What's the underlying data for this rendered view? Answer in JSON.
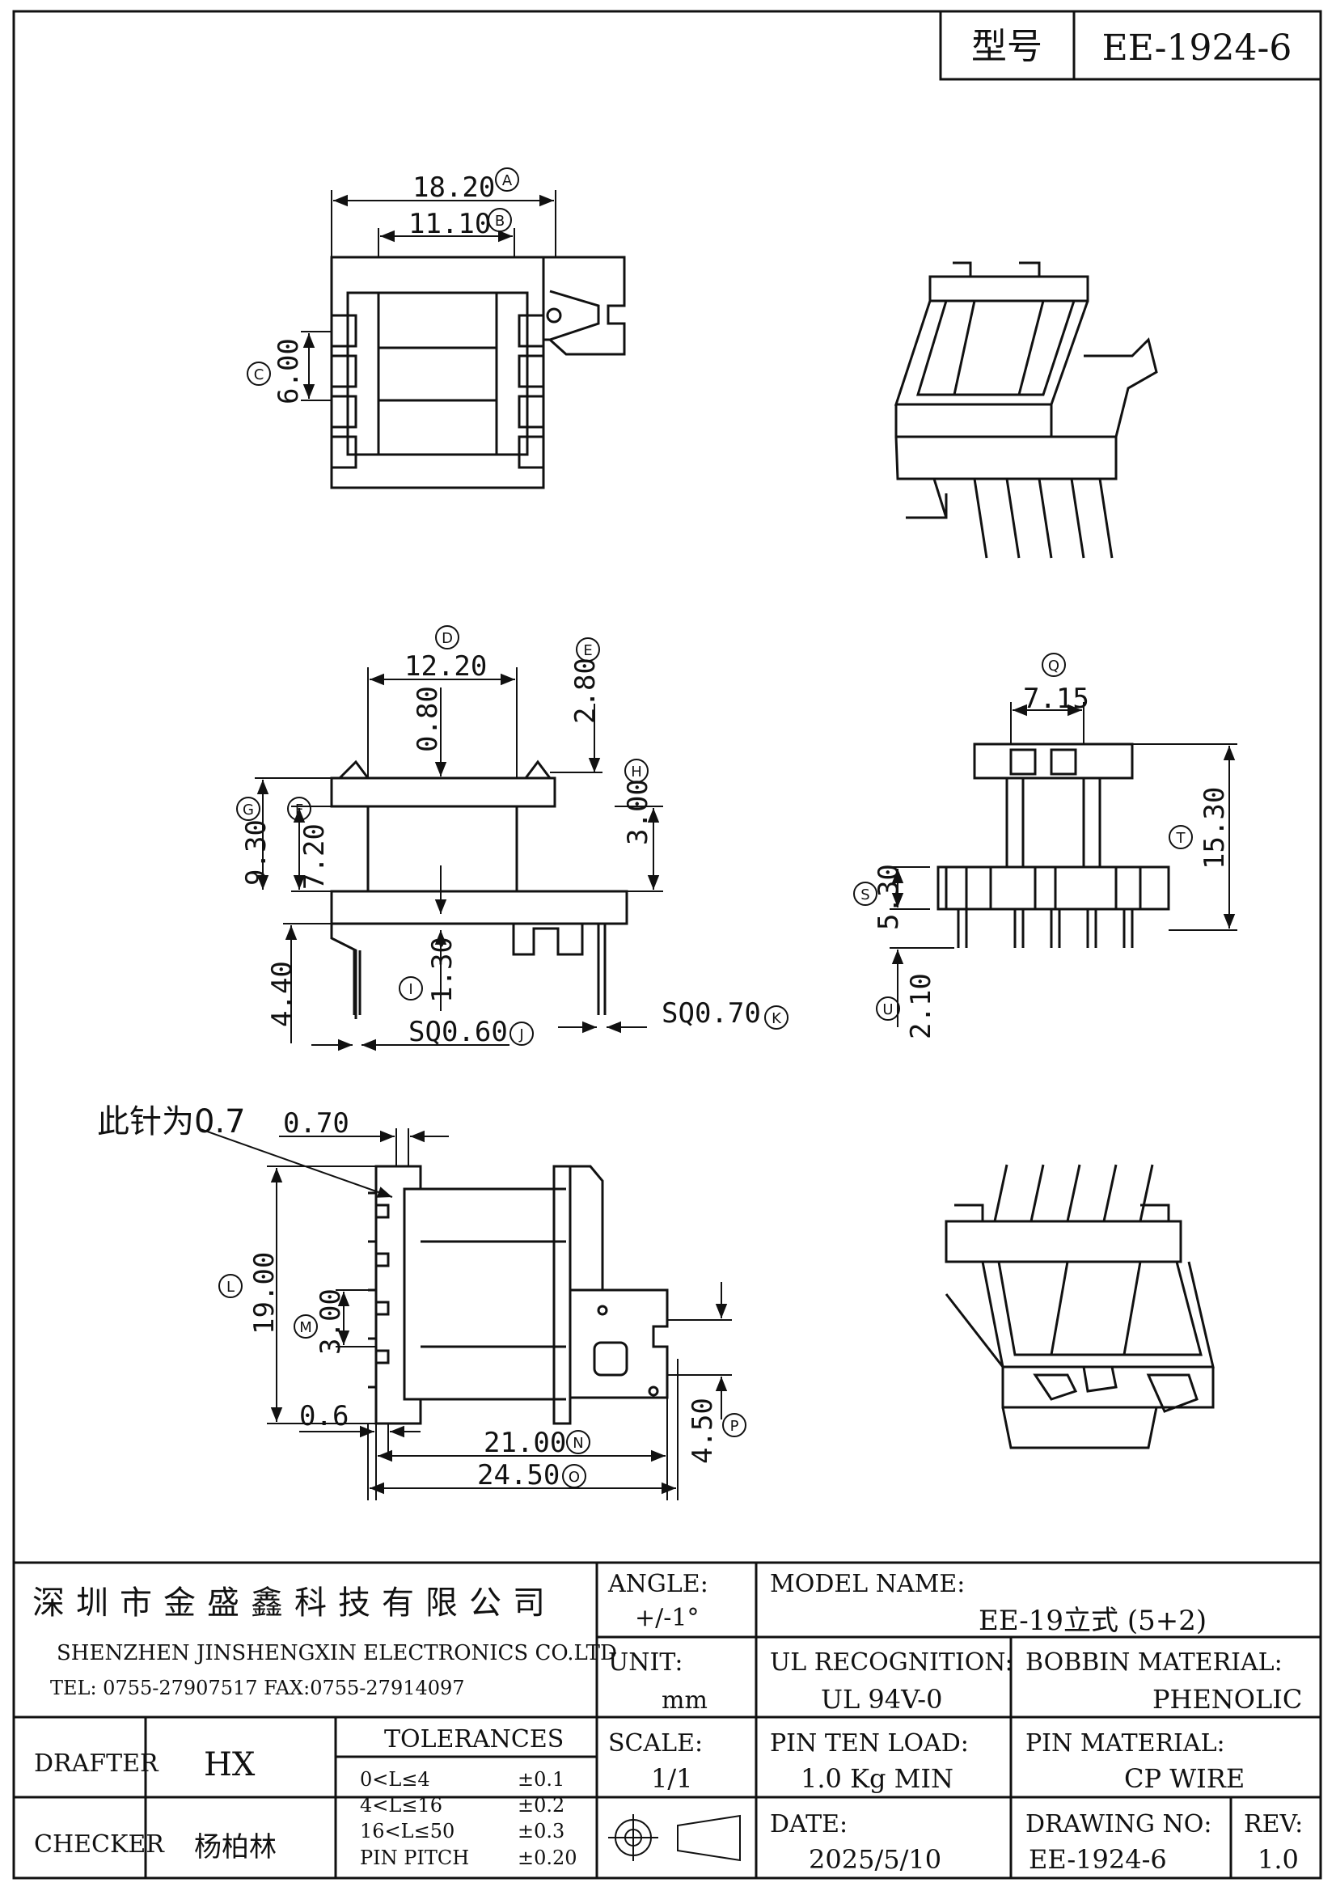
{
  "header": {
    "model_label": "型号",
    "model_value": "EE-1924-6"
  },
  "views": {
    "top": {
      "dim_a": "18.20",
      "tag_a": "A",
      "dim_b": "11.10",
      "tag_b": "B",
      "dim_c": "6.00",
      "tag_c": "C"
    },
    "front": {
      "dim_d": "12.20",
      "tag_d": "D",
      "dim_d_sub": "0.80",
      "dim_e": "2.80",
      "tag_e": "E",
      "dim_f": "7.20",
      "tag_f": "F",
      "dim_g": "9.30",
      "tag_g": "G",
      "dim_h": "3.00",
      "tag_h": "H",
      "dim_i": "1.30",
      "tag_i": "I",
      "dim_j": "SQ0.60",
      "tag_j": "J",
      "dim_k": "SQ0.70",
      "tag_k": "K",
      "dim_pin_len": "4.40"
    },
    "side": {
      "dim_q": "7.15",
      "tag_q": "Q",
      "dim_t": "15.30",
      "tag_t": "T",
      "dim_s": "5.30",
      "tag_s": "S",
      "dim_u": "2.10",
      "tag_u": "U"
    },
    "bottom": {
      "note": "此针为0.7",
      "dim_note": "0.70",
      "dim_l": "19.00",
      "tag_l": "L",
      "dim_m": "3.00",
      "tag_m": "M",
      "dim_small": "0.6",
      "dim_n": "21.00",
      "tag_n": "N",
      "dim_o": "24.50",
      "tag_o": "O",
      "dim_p": "4.50",
      "tag_p": "P"
    }
  },
  "title_block": {
    "company_cn": "深圳市金盛鑫科技有限公司",
    "company_en": "SHENZHEN JINSHENGXIN ELECTRONICS   CO.LTD",
    "tel": "TEL: 0755-27907517    FAX:0755-27914097",
    "angle_label": "ANGLE:",
    "angle_value": "+/-1°",
    "model_name_label": "MODEL NAME:",
    "model_name_value": "EE-19立式 (5+2)",
    "unit_label": "UNIT:",
    "unit_value": "mm",
    "ul_label": "UL RECOGNITION:",
    "ul_value": "UL 94V-0",
    "bobbin_label": "BOBBIN MATERIAL:",
    "bobbin_value": "PHENOLIC",
    "drafter_label": "DRAFTER",
    "drafter_value": "HX",
    "tolerances_label": "TOLERANCES",
    "tolerances": [
      {
        "range": "0<L≤4",
        "value": "±0.1"
      },
      {
        "range": "4<L≤16",
        "value": "±0.2"
      },
      {
        "range": "16<L≤50",
        "value": "±0.3"
      },
      {
        "range": "PIN PITCH",
        "value": "±0.20"
      }
    ],
    "scale_label": "SCALE:",
    "scale_value": "1/1",
    "pin_load_label": "PIN TEN LOAD:",
    "pin_load_value": "1.0 Kg MIN",
    "pin_material_label": "PIN MATERIAL:",
    "pin_material_value": "CP WIRE",
    "checker_label": "CHECKER",
    "checker_value": "杨柏林",
    "date_label": "DATE:",
    "date_value": "2025/5/10",
    "drawing_no_label": "DRAWING NO:",
    "drawing_no_value": "EE-1924-6",
    "rev_label": "REV:",
    "rev_value": "1.0"
  }
}
